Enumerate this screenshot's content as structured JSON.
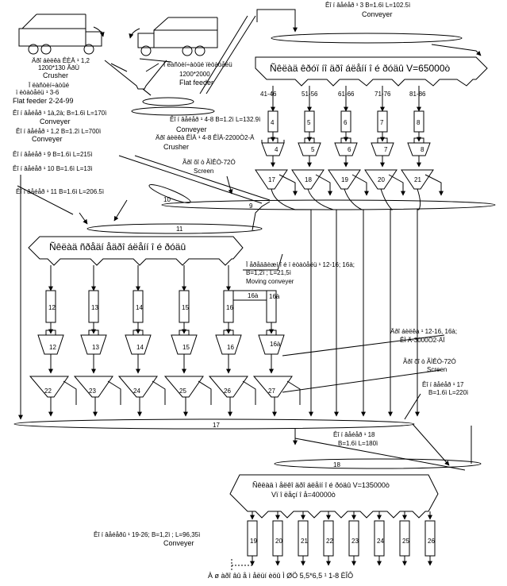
{
  "top_conveyor_3": {
    "name": "Êî í âåéåð ¹ 3 B=1.6ì L=102.5ì",
    "en": "Conveyer"
  },
  "crusher_top": {
    "name": "Äðî áèëêà ÊÈÄ ¹ 1,2",
    "size": "1200*130 ÃðÙ",
    "en": "Crusher"
  },
  "plate_feeder": {
    "name": "Ï ëàñòèí÷àòûé ïèòàòåëü",
    "size": "1200*2000",
    "en": "Flat feeder"
  },
  "flat_feeder_3_6": {
    "name": "Ï ëàñòèí÷àòûé",
    "name2": "ï èòàòåëü ¹ 3-6",
    "en": "Flat feeder 2-24-99"
  },
  "conveyor_1a2a": {
    "name": "Êî í âåéåð ¹ 1à,2à; B=1.6ì L=170ì",
    "en": "Conveyer"
  },
  "conveyor_4_8": {
    "name": "Êî í âåéåð ¹ 4-8 B=1.2ì L=132.9ì",
    "en": "Conveyer"
  },
  "conveyor_1_2": {
    "name": "Êî í âåéåð ¹ 1,2 B=1.2ì L=700ì"
  },
  "crusher_4_8": {
    "name": "Äðî áèëêà ÊÌÄ ¹ 4-8 ÊÌÄ-2200Ò2-Ä",
    "en": "Crusher"
  },
  "conveyor_9": {
    "name": "Êî í âåéåð ¹ 9 B=1.6ì L=215ì"
  },
  "screen_top": {
    "name": "Ãðî õî ò ÃÌÊÒ-72Ó",
    "en": "Screen"
  },
  "conveyor_10": {
    "name": "Êî í âåéåð ¹ 10 B=1.6ì L=13ì"
  },
  "conveyor_11": {
    "name": "Êî í âåéåð ¹ 11 B=1.6ì L=206.5ì"
  },
  "storage_main": {
    "title": "Ñêëàä êðóï íî äðî áëåíí î é ðóäû V=65000ò"
  },
  "bin_ranges": [
    "41-46",
    "51-56",
    "61-66",
    "71-76",
    "81-86"
  ],
  "upper_units": [
    "4",
    "5",
    "6",
    "7",
    "8"
  ],
  "upper_screens": [
    "17",
    "18",
    "19",
    "20",
    "21"
  ],
  "belt_numbers": {
    "b9": "9",
    "b10": "10",
    "b11": "11",
    "b16a": "16à",
    "b17": "17",
    "b18": "18"
  },
  "storage_mid": {
    "title": "Ñêëàä ñðåäí åäðî áëåíí î é ðóäû"
  },
  "moving_conveyor": {
    "name": "Ï åðåäâèæí î é ï èòàòåëü ¹ 12-16; 16à;",
    "params": "B=1,2ì ; L=21,5ì",
    "en": "Moving conveyer"
  },
  "lower_feeders": [
    "12",
    "13",
    "14",
    "15",
    "16",
    "16à"
  ],
  "crusher_12_16": {
    "name": "Äðî áèëêà ¹ 12-16, 16à;",
    "model": "ÊÌ Ä-3000Ò2-ÄÏ"
  },
  "screen_lower": {
    "name": "Ãðî õî ò ÃÌÊÒ-72Ó",
    "en": "Screen"
  },
  "lower_screens": [
    "22",
    "23",
    "24",
    "25",
    "26",
    "27"
  ],
  "conveyor_17": {
    "name": "Êî í âåéåð ¹ 17",
    "params": "B=1.6ì L=220ì"
  },
  "conveyor_18": {
    "name": "Êî í âåéåð ¹ 18",
    "params": "B=1.6ì L=180ì"
  },
  "storage_fine": {
    "title": "Ñêëàä ì åëêî äðî áëåíí î é ðóäû V=135000ò",
    "subtitle": "Vï î ëåçí î å=40000ò"
  },
  "outlet_feeders": [
    "19",
    "20",
    "21",
    "22",
    "23",
    "24",
    "25",
    "26"
  ],
  "conveyor_19_26": {
    "name": "Êî í âåéåðû ¹ 19-26; B=1,2ì ; L=96,35ì",
    "en": "Conveyer"
  },
  "footer": "À ø àðî âû å ì åëüí èöû Ì ØÖ 5,5*6,5 ¹ 1-8 ÈÎÔ",
  "symbol_no": "¹"
}
